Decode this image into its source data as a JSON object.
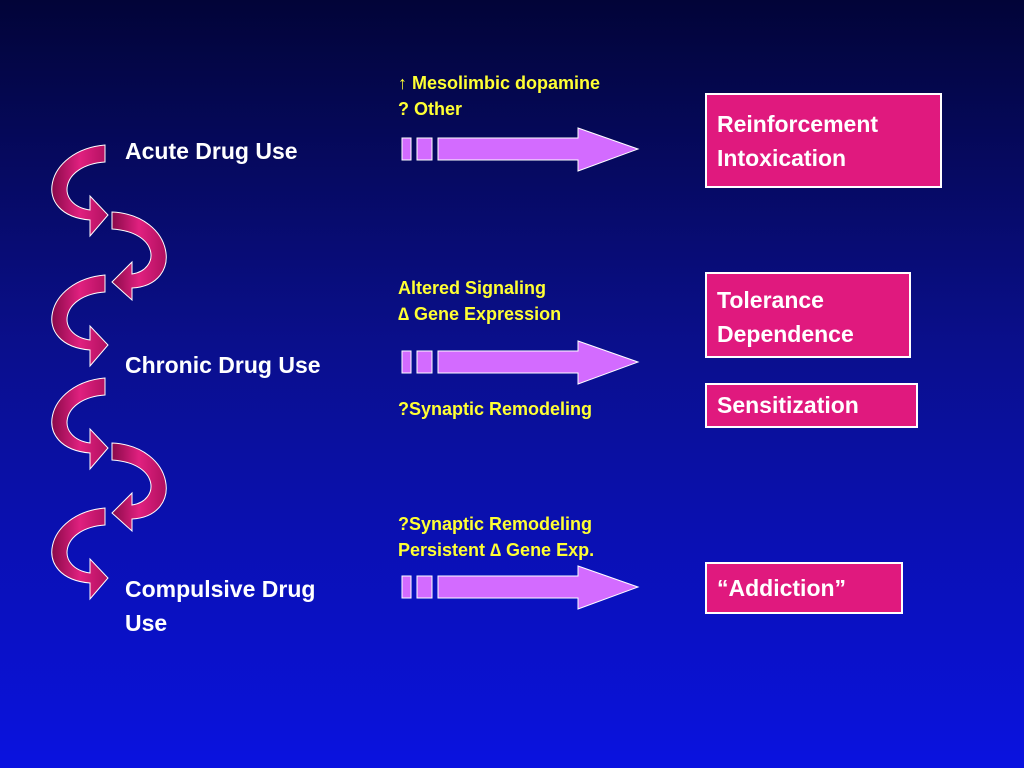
{
  "stages": [
    {
      "label_lines": [
        "Acute Drug Use"
      ]
    },
    {
      "label_lines": [
        "Chronic Drug Use"
      ]
    },
    {
      "label_lines": [
        "Compulsive Drug",
        "Use"
      ]
    }
  ],
  "mechanisms": [
    {
      "lines": [
        "↑ Mesolimbic dopamine",
        "? Other"
      ]
    },
    {
      "lines": [
        "Altered Signaling",
        "∆ Gene Expression"
      ]
    },
    {
      "lines": [
        "?Synaptic Remodeling"
      ]
    },
    {
      "lines": [
        "?Synaptic Remodeling",
        "Persistent ∆ Gene Exp."
      ]
    }
  ],
  "outcomes": [
    {
      "lines": [
        "Reinforcement",
        "Intoxication"
      ]
    },
    {
      "lines": [
        "Tolerance",
        "Dependence"
      ]
    },
    {
      "lines": [
        "Sensitization"
      ]
    },
    {
      "lines": [
        "“Addiction”"
      ]
    }
  ],
  "colors": {
    "arrow_fill": "#d36bff",
    "curve_fill": "#d41c78",
    "outcome_fill": "#e0197e",
    "mechanism_text": "#ffff33",
    "label_text": "#ffffff"
  }
}
